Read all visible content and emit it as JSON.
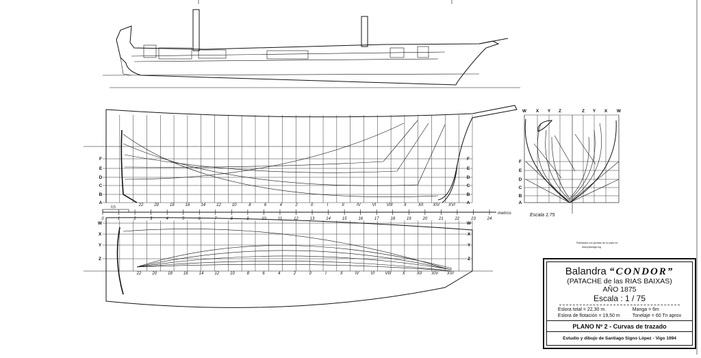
{
  "sheet": {
    "scale_note": "Escala 1:75",
    "credit_line_1": "Publicados con permiso de su autor en",
    "credit_line_2": "www.paseaga.org",
    "meters_label": "metros",
    "scale_zero_label": "0,5"
  },
  "levels_profile": [
    "F",
    "E",
    "D",
    "C",
    "B",
    "A"
  ],
  "levels_plan": [
    "W",
    "X",
    "Y",
    "Z"
  ],
  "levels_body": [
    "F",
    "E",
    "D",
    "C",
    "B",
    "A"
  ],
  "body_top_labels": [
    "W",
    "X",
    "Y",
    "Z",
    "Z",
    "Y",
    "X",
    "W"
  ],
  "stations": [
    "22",
    "20",
    "18",
    "16",
    "14",
    "12",
    "10",
    "8",
    "6",
    "4",
    "2",
    "0",
    "I",
    "II",
    "IV",
    "VI",
    "VIII",
    "X",
    "XII",
    "XIV",
    "XVI"
  ],
  "station_ticks_plan": [
    "22",
    "20",
    "18",
    "16",
    "14",
    "12",
    "10",
    "8",
    "6",
    "4",
    "2",
    "0",
    "I",
    "II",
    "IV",
    "VI",
    "VIII",
    "X",
    "XII",
    "XIV",
    "XVI"
  ],
  "meter_scale": [
    "0",
    "1",
    "2",
    "3",
    "4",
    "5",
    "6",
    "7",
    "8",
    "9",
    "10",
    "11",
    "12",
    "13",
    "14",
    "15",
    "16",
    "17",
    "18",
    "19",
    "20",
    "21",
    "22",
    "23",
    "24"
  ],
  "title_block": {
    "name": "Balandra",
    "ship_name": "“CONDOR”",
    "subtitle": "(PATACHE de las RIAS BAIXAS)",
    "year": "AÑO 1875",
    "scale": "Escala : 1 / 75",
    "eslora_total": "Eslora total = 22,30 m.",
    "eslora_flotacion": "Eslora de flotación = 19,50 m",
    "manga": "Manga = 6m",
    "tonelaje": "Tonelaje = 60 Tn aprox",
    "plan": "PLANO Nº 2 - Curvas de trazado",
    "author": "Estudio y dibujo de Santiago Signo López - Vigo 1994"
  }
}
